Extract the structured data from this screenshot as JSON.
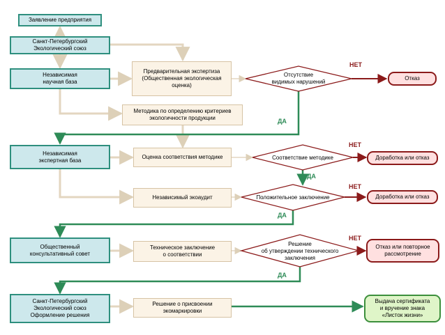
{
  "nodes": {
    "application": "Заявление предприятия",
    "spb_union": "Санкт-Петербургский\nЭкологический союз",
    "sci_base": "Независимая\nнаучная база",
    "prelim_exam": "Предварительная экспертиза\n(Общественная экологическая\nоценка)",
    "methodology": "Методика по определению критериев\nэкологичности продукции",
    "expert_base": "Независимая\nэкспертная база",
    "method_compliance_eval": "Оценка соответствия методике",
    "eco_audit": "Независимый экоаудит",
    "council": "Общественный\nконсультативный совет",
    "tech_conclusion": "Техническое заключение\nо соответствии",
    "spb_union_decision": "Санкт-Петербургский\nЭкологический союз\nОформление решения",
    "marking_decision": "Решение о присвоении\nэкомаркировки"
  },
  "decisions": {
    "no_violations": "Отсутствие\nвидимых нарушений",
    "method_match": "Соответствие методике",
    "positive_conclusion": "Положительное заключение",
    "approve_decision": "Решение\nоб утверждении технического\nзаключения"
  },
  "outcomes": {
    "refusal": "Отказ",
    "rework_1": "Доработка или отказ",
    "rework_2": "Доработка или отказ",
    "refusal_or_review": "Отказ или повторное\nрассмотрение",
    "certificate": "Выдача сертификата\nи вручение знака\n«Листок жизни»"
  },
  "labels": {
    "yes": "ДА",
    "no": "НЕТ"
  },
  "colors": {
    "org_fill": "#cde8ec",
    "org_border": "#2e8f7e",
    "process_fill": "#fbf3e6",
    "process_border": "#d6c3a4",
    "negative_fill": "#ffe0e0",
    "negative_border": "#8b1a1a",
    "positive_fill": "#dff5c8",
    "positive_border": "#3c8f3c",
    "connector_light": "#e3d6c0",
    "connector_green": "#2e8b57",
    "connector_red": "#8b1a1a"
  }
}
